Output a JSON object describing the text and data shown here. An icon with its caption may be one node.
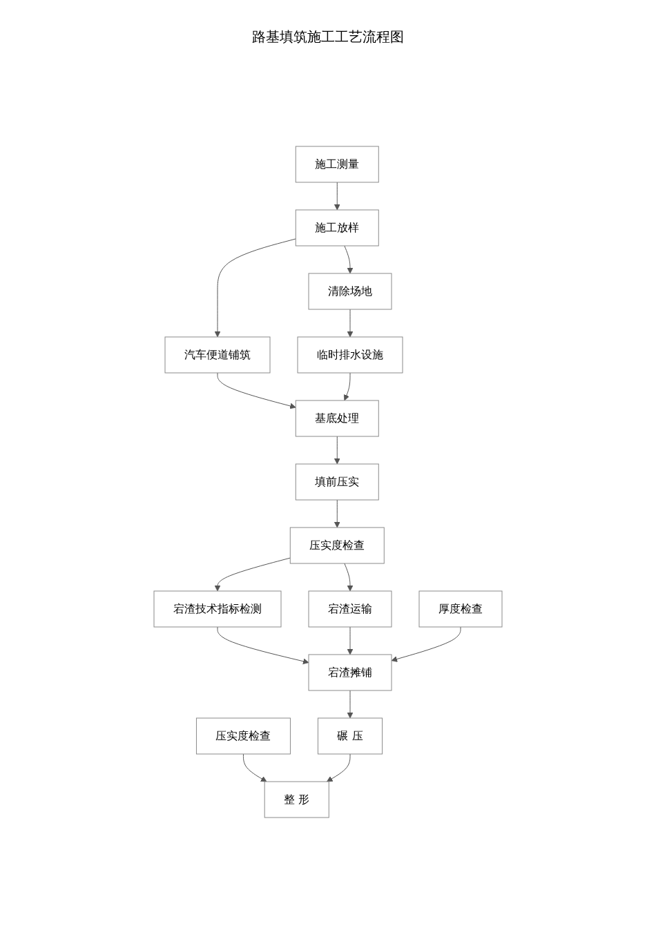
{
  "diagram": {
    "title": "路基填筑施工工艺流程图",
    "nodes": [
      {
        "text": [
          "施工测量"
        ]
      },
      {
        "text": [
          "施工放样"
        ]
      },
      {
        "text": [
          "清除场地"
        ]
      },
      {
        "text": [
          "临时排水设施"
        ]
      },
      {
        "text": [
          "汽车便道铺筑"
        ]
      },
      {
        "text": [
          "基底处理"
        ]
      },
      {
        "text": [
          "填前压实"
        ]
      },
      {
        "text": [
          "压实度检查"
        ]
      },
      {
        "text": [
          "宕渣技术指标检测"
        ]
      },
      {
        "text": [
          "宕渣运输"
        ]
      },
      {
        "text": [
          "厚度检查"
        ]
      },
      {
        "text": [
          "宕渣摊铺"
        ]
      },
      {
        "text": [
          "碾 压"
        ]
      },
      {
        "text": [
          "压实度检查"
        ]
      },
      {
        "text": [
          "整 形"
        ]
      }
    ],
    "edges": [
      {
        "from": 0,
        "to": 1,
        "arrow": "to"
      },
      {
        "from": 1,
        "to": 2,
        "arrow": "to"
      },
      {
        "from": 1,
        "to": 4,
        "arrow": "to"
      },
      {
        "from": 2,
        "to": 3,
        "arrow": "to"
      },
      {
        "from": 4,
        "to": 5,
        "arrow": "to"
      },
      {
        "from": 3,
        "to": 5,
        "arrow": "to"
      },
      {
        "from": 5,
        "to": 6,
        "arrow": "to"
      },
      {
        "from": 6,
        "to": 7,
        "arrow": "to"
      },
      {
        "from": 7,
        "to": 8,
        "arrow": "to"
      },
      {
        "from": 7,
        "to": 9,
        "arrow": "to"
      },
      {
        "from": 8,
        "to": 11,
        "arrow": "to"
      },
      {
        "from": 9,
        "to": 11,
        "arrow": "to"
      },
      {
        "from": 10,
        "to": 11,
        "arrow": "to"
      },
      {
        "from": 11,
        "to": 12,
        "arrow": "to"
      },
      {
        "from": 13,
        "to": 14,
        "arrow": "to"
      },
      {
        "from": 12,
        "to": 14,
        "arrow": "to"
      }
    ]
  }
}
